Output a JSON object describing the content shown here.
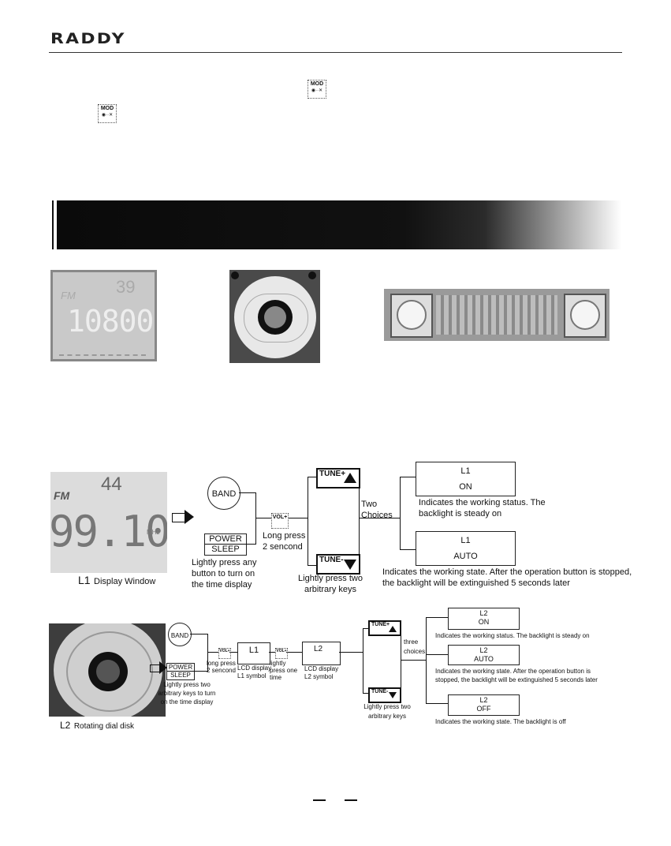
{
  "header": {
    "logo": "RADDY"
  },
  "icons": {
    "mod_label": "MOD",
    "mod_sub": "◉··✕"
  },
  "diagram1": {
    "caption_code": "L1",
    "caption": "Display Window",
    "band": "BAND",
    "power": "POWER",
    "sleep": "SLEEP",
    "power_note": "Lightly press any button to turn on the time display",
    "vol_icon": "VOL+",
    "long_press": "Long press 2 sencond",
    "tune_up": "TUNE+",
    "tune_down": "TUNE-",
    "tune_note": "Lightly press two arbitrary keys",
    "choices": "Two Choices",
    "on_code": "L1",
    "on_value": "ON",
    "on_desc": "Indicates the working status. The backlight is steady on",
    "auto_code": "L1",
    "auto_value": "AUTO",
    "auto_desc": "Indicates the working state. After the operation button is stopped, the backlight will be extinguished 5 seconds later",
    "lcd_freq": "99.10",
    "lcd_band": "FM",
    "lcd_top": "44",
    "lcd_unit": "MHz"
  },
  "diagram2": {
    "caption_code": "L2",
    "caption": "Rotating dial disk",
    "band": "BAND",
    "power": "POWER",
    "sleep": "SLEEP",
    "power_note": "Lightly press two arbitrary keys to turn on the time display",
    "vol_icon": "VOL+",
    "long_press": "long press 2 sencond",
    "l1_box": "L1",
    "l1_note": "LCD display L1 symbol",
    "lightly_one": "lightly press one time",
    "l2_box": "L2",
    "l2_note": "LCD display L2 symbol",
    "tune_up": "TUNE+",
    "tune_down": "TUNE-",
    "tune_note": "Lightly press two arbitrary keys",
    "choices": "three choices",
    "on_code": "L2",
    "on_value": "ON",
    "on_desc": "Indicates the working status. The backlight is steady on",
    "auto_code": "L2",
    "auto_value": "AUTO",
    "auto_desc": "Indicates the working state. After the operation button is stopped, the backlight will be extinguished 5 seconds later",
    "off_code": "L2",
    "off_value": "OFF",
    "off_desc": "Indicates the working state. The backlight is off"
  },
  "photos": {
    "lcd_band": "FM",
    "lcd_freq": "10800",
    "lcd_top": "39"
  }
}
